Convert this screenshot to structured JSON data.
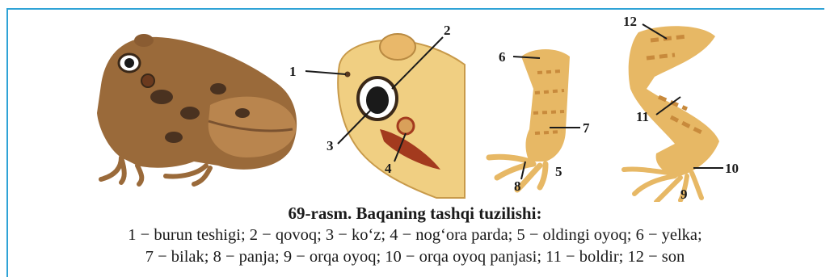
{
  "figure": {
    "labels": {
      "n1": "1",
      "n2": "2",
      "n3": "3",
      "n4": "4",
      "n5": "5",
      "n6": "6",
      "n7": "7",
      "n8": "8",
      "n9": "9",
      "n10": "10",
      "n11": "11",
      "n12": "12"
    }
  },
  "caption": {
    "title": "69-rasm. Baqaning tashqi tuzilishi:",
    "line1": "1 − burun teshigi; 2 − qovoq; 3 − ko‘z; 4 − nog‘ora parda; 5 − oldingi oyoq; 6 − yelka;",
    "line2": "7 − bilak; 8 − panja; 9 − orqa oyoq; 10 − orqa oyoq panjasi; 11 − boldir; 12 − son"
  },
  "colors": {
    "frame": "#2fa3d6",
    "frog_body": "#9a6a3a",
    "frog_spots": "#4a3220",
    "limb": "#e7b865",
    "limb_stripe": "#c88a3c",
    "head": "#f0cf82",
    "tympanum": "#a33a1e"
  }
}
